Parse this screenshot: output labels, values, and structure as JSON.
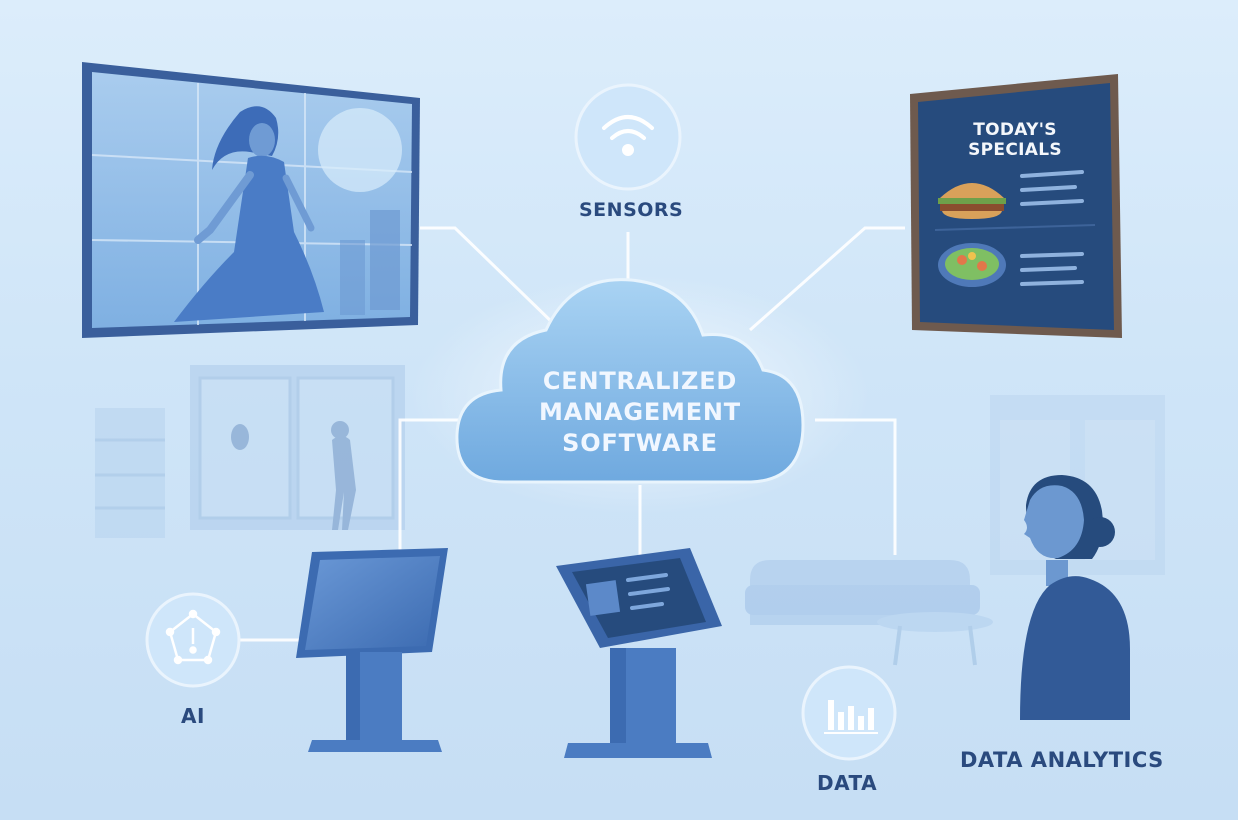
{
  "cloud": {
    "lines": [
      "CENTRALIZED",
      "MANAGEMENT",
      "SOFTWARE"
    ]
  },
  "nodes": {
    "sensors": {
      "label": "SENSORS",
      "icon": "wifi-icon"
    },
    "ai": {
      "label": "AI",
      "icon": "ai-network-icon"
    },
    "data": {
      "label": "DATA",
      "icon": "bar-chart-icon"
    },
    "data_analytics": {
      "label": "DATA ANALYTICS"
    }
  },
  "menu_board": {
    "title": "TODAY'S SPECIALS"
  },
  "colors": {
    "background": "#d3e7f8",
    "cloud": "#8fc3ea",
    "connector": "#ffffff",
    "text_dark": "#2a4a7e",
    "device": "#4f80c4",
    "frame_wood": "#6e5a4e"
  }
}
